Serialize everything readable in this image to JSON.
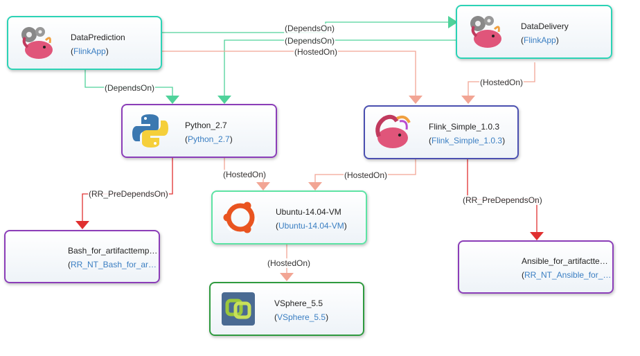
{
  "nodes": {
    "data_prediction": {
      "name": "DataPrediction",
      "type": "FlinkApp"
    },
    "data_delivery": {
      "name": "DataDelivery",
      "type": "FlinkApp"
    },
    "python": {
      "name": "Python_2.7",
      "type": "Python_2.7"
    },
    "flink": {
      "name": "Flink_Simple_1.0.3",
      "type": "Flink_Simple_1.0.3"
    },
    "ubuntu": {
      "name": "Ubuntu-14.04-VM",
      "type": "Ubuntu-14.04-VM"
    },
    "vsphere": {
      "name": "VSphere_5.5",
      "type": "VSphere_5.5"
    },
    "bash": {
      "name": "Bash_for_artifacttemp…",
      "type": "RR_NT_Bash_for_ar…"
    },
    "ansible": {
      "name": "Ansible_for_artifactte…",
      "type": "RR_NT_Ansible_for_…"
    }
  },
  "edges": {
    "dp_to_dd_depends": "(DependsOn)",
    "dd_to_py_depends": "(DependsOn)",
    "dp_to_flink_hosted": "(HostedOn)",
    "dp_to_py_depends": "(DependsOn)",
    "dd_to_flink_hosted": "(HostedOn)",
    "py_to_bash": "(RR_PreDependsOn)",
    "py_to_ubuntu_hosted": "(HostedOn)",
    "flink_to_ubuntu_hosted": "(HostedOn)",
    "flink_to_ansible": "(RR_PreDependsOn)",
    "ubuntu_to_vsphere_hosted": "(HostedOn)"
  },
  "colors": {
    "depends_edge": "#4fd29a",
    "hosted_edge": "#f2a594",
    "predepends_edge": "#e03030",
    "flinkapp_border": "#2bd3b5",
    "python_border": "#8b3db8",
    "flink_border": "#4a4fb0",
    "ubuntu_border": "#5de3a4",
    "vsphere_border": "#2e9a3e",
    "rr_border": "#8b3db8",
    "type_text": "#3a7ec2"
  }
}
